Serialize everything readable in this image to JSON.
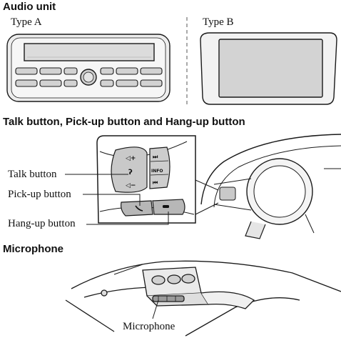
{
  "sections": {
    "audio_unit": {
      "title": "Audio unit",
      "type_a_label": "Type A",
      "type_b_label": "Type B"
    },
    "steering_buttons": {
      "title": "Talk button, Pick-up button and Hang-up button",
      "callouts": {
        "talk": "Talk button",
        "pickup": "Pick-up button",
        "hangup": "Hang-up button"
      },
      "switch_glyphs": {
        "vol_up": "◁+",
        "vol_down": "◁−",
        "voice": "ʔ",
        "next": "⏭",
        "info": "INFO",
        "prev": "⏮"
      }
    },
    "microphone": {
      "title": "Microphone",
      "callout": "Microphone"
    }
  }
}
